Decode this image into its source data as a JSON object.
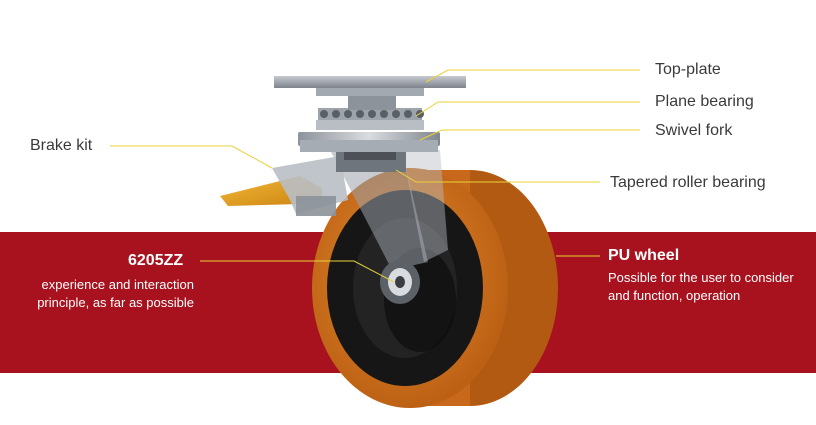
{
  "colors": {
    "band": "#a8121e",
    "leader_line": "#e8d23a",
    "wheel_tread": "#d7781f",
    "wheel_hub": "#1a1a1a",
    "metal": "#9aa0a8",
    "brake": "#e8a21a"
  },
  "labels": {
    "top_plate": "Top-plate",
    "plane_bearing": "Plane bearing",
    "swivel_fork": "Swivel fork",
    "brake_kit": "Brake kit",
    "tapered_roller_bearing": "Tapered roller bearing"
  },
  "callouts": {
    "bearing": {
      "title": "6205ZZ",
      "description": "experience and interaction principle, as far as possible"
    },
    "wheel": {
      "title": "PU wheel",
      "description": "Possible for the user to consider and function, operation"
    }
  },
  "icons": [
    "caster-wheel-illustration"
  ]
}
